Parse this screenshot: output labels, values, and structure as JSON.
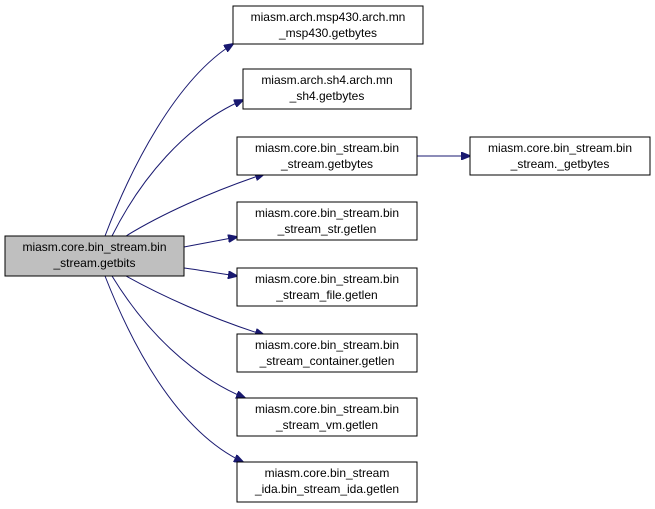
{
  "colors": {
    "edge": "#191970",
    "node_border": "#000000",
    "node_fill": "#ffffff",
    "root_fill": "#bfbfbf"
  },
  "nodes": [
    {
      "id": "root",
      "lines": [
        "miasm.core.bin_stream.bin",
        "_stream.getbits"
      ],
      "highlighted": true
    },
    {
      "id": "n1",
      "lines": [
        "miasm.arch.msp430.arch.mn",
        "_msp430.getbytes"
      ]
    },
    {
      "id": "n2",
      "lines": [
        "miasm.arch.sh4.arch.mn",
        "_sh4.getbytes"
      ]
    },
    {
      "id": "n3",
      "lines": [
        "miasm.core.bin_stream.bin",
        "_stream.getbytes"
      ]
    },
    {
      "id": "n4",
      "lines": [
        "miasm.core.bin_stream.bin",
        "_stream._getbytes"
      ]
    },
    {
      "id": "n5",
      "lines": [
        "miasm.core.bin_stream.bin",
        "_stream_str.getlen"
      ]
    },
    {
      "id": "n6",
      "lines": [
        "miasm.core.bin_stream.bin",
        "_stream_file.getlen"
      ]
    },
    {
      "id": "n7",
      "lines": [
        "miasm.core.bin_stream.bin",
        "_stream_container.getlen"
      ]
    },
    {
      "id": "n8",
      "lines": [
        "miasm.core.bin_stream.bin",
        "_stream_vm.getlen"
      ]
    },
    {
      "id": "n9",
      "lines": [
        "miasm.core.bin_stream",
        "_ida.bin_stream_ida.getlen"
      ]
    }
  ],
  "edges": [
    {
      "from": "root",
      "to": "n1"
    },
    {
      "from": "root",
      "to": "n2"
    },
    {
      "from": "root",
      "to": "n3"
    },
    {
      "from": "root",
      "to": "n5"
    },
    {
      "from": "root",
      "to": "n6"
    },
    {
      "from": "root",
      "to": "n7"
    },
    {
      "from": "root",
      "to": "n8"
    },
    {
      "from": "root",
      "to": "n9"
    },
    {
      "from": "n3",
      "to": "n4"
    }
  ]
}
